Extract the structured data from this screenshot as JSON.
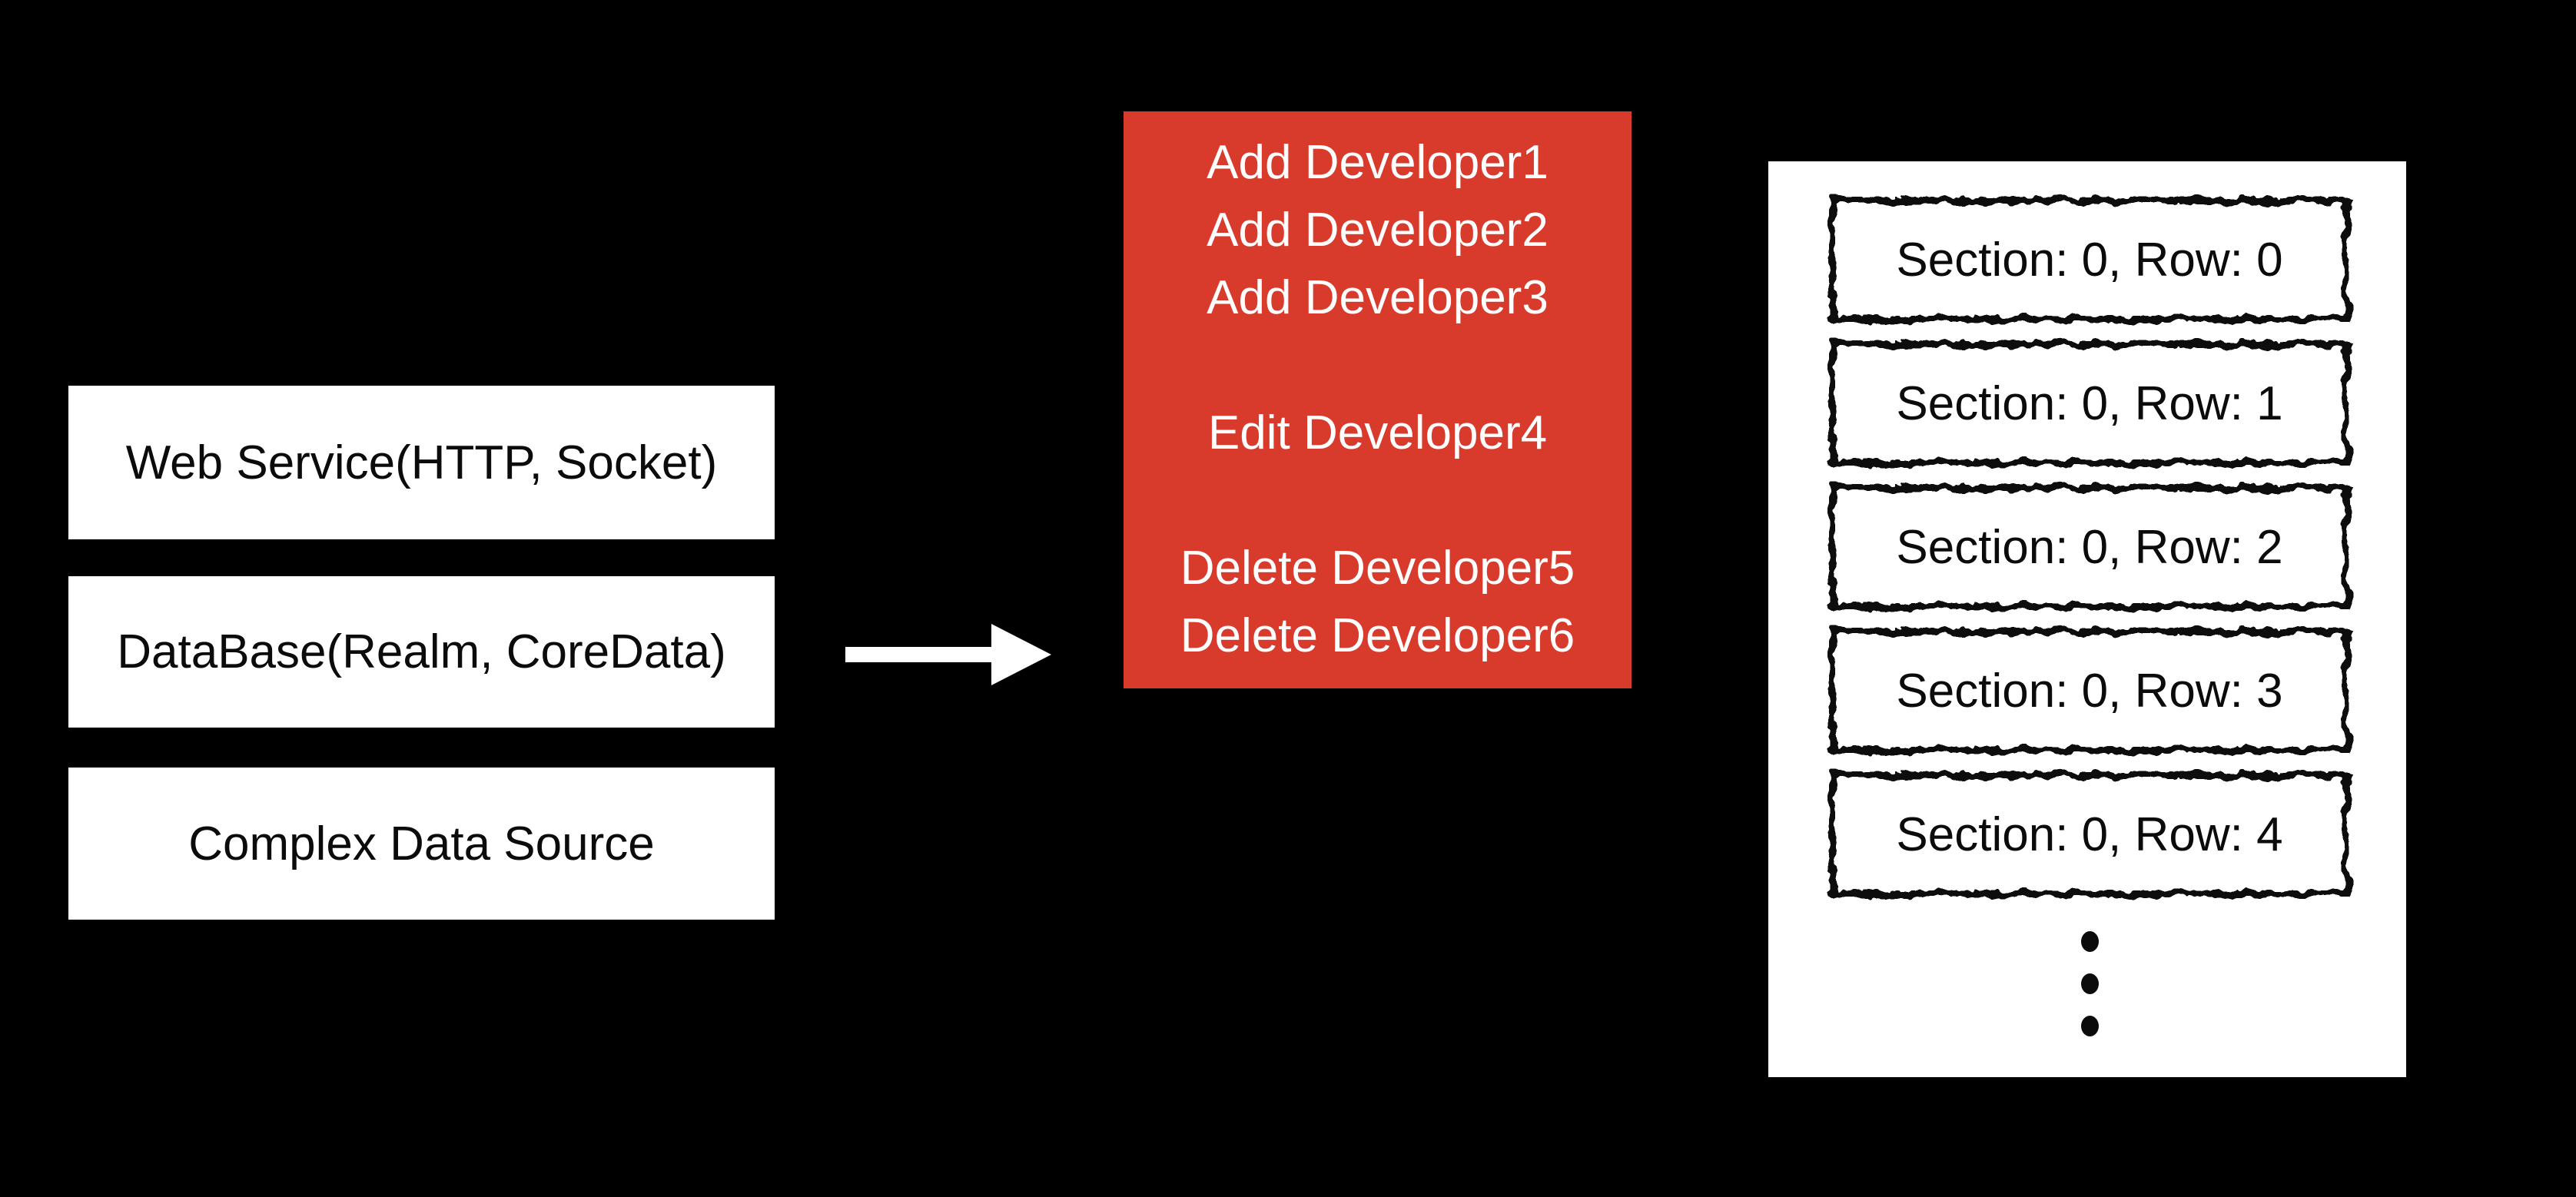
{
  "colors": {
    "bg": "#000000",
    "paper": "#ffffff",
    "ink": "#0b0b0b",
    "accent": "#d83b2b",
    "onaccent": "#ffffff"
  },
  "sources": {
    "boxes": [
      {
        "label": "Web Service(HTTP, Socket)"
      },
      {
        "label": "DataBase(Realm, CoreData)"
      },
      {
        "label": "Complex Data Source"
      }
    ]
  },
  "arrow": {
    "icon": "right-arrow",
    "color": "#ffffff"
  },
  "operations_panel": {
    "lines": [
      "Add Developer1",
      "Add Developer2",
      "Add Developer3",
      "",
      "Edit Developer4",
      "",
      "Delete Developer5",
      "Delete Developer6"
    ]
  },
  "table_view": {
    "rows": [
      {
        "label": "Section: 0, Row: 0"
      },
      {
        "label": "Section: 0, Row: 1"
      },
      {
        "label": "Section: 0, Row: 2"
      },
      {
        "label": "Section: 0, Row: 3"
      },
      {
        "label": "Section: 0, Row: 4"
      }
    ],
    "ellipsis_dot_count": 3
  }
}
